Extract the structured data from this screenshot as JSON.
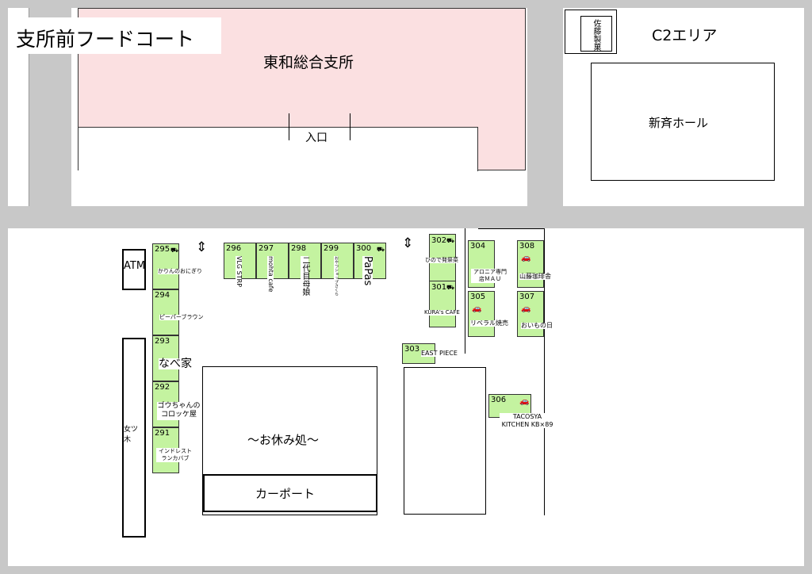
{
  "title": "支所前フードコート",
  "buildings": {
    "main": "東和総合支所",
    "entrance": "入口",
    "c2_area": "C2エリア",
    "sato": "佐藤製菓",
    "hall": "新斉ホール",
    "atm": "ATM",
    "onna_tsuki": "女ツ木",
    "rest": "～お休み処～",
    "carport": "カーポート"
  },
  "arrows": {
    "updown": "⇕"
  },
  "icons": {
    "truck": "truck-icon",
    "car": "car-icon"
  },
  "stalls": [
    {
      "num": "295",
      "name": "かりんのおにぎり"
    },
    {
      "num": "294",
      "name": "ピーパーブラウン"
    },
    {
      "num": "293",
      "name": "なべ家"
    },
    {
      "num": "292",
      "name": "ゴウちゃんのコロッケ屋"
    },
    {
      "num": "291",
      "name": "インドレストランカバブ"
    },
    {
      "num": "296",
      "name": "VLG STRP"
    },
    {
      "num": "297",
      "name": "mohta cafe"
    },
    {
      "num": "298",
      "name": "二代目母娘"
    },
    {
      "num": "299",
      "name": "おやつショップさくら"
    },
    {
      "num": "300",
      "name": "PaPas"
    },
    {
      "num": "302",
      "name": "ひので発祭菜"
    },
    {
      "num": "301",
      "name": "KURA's CAFE"
    },
    {
      "num": "303",
      "name": "EAST PIECE"
    },
    {
      "num": "304",
      "name": "アロニア専門店ＭＡＵ"
    },
    {
      "num": "305",
      "name": "リベラル焼売"
    },
    {
      "num": "306",
      "name": "TACOSYA KITCHEN KB×89"
    },
    {
      "num": "307",
      "name": "おいもの日"
    },
    {
      "num": "308",
      "name": "山藤珈琲舎"
    }
  ],
  "colors": {
    "stall": "#c4f3a0",
    "building": "#fbe0e1",
    "road": "#c8c8c8"
  }
}
